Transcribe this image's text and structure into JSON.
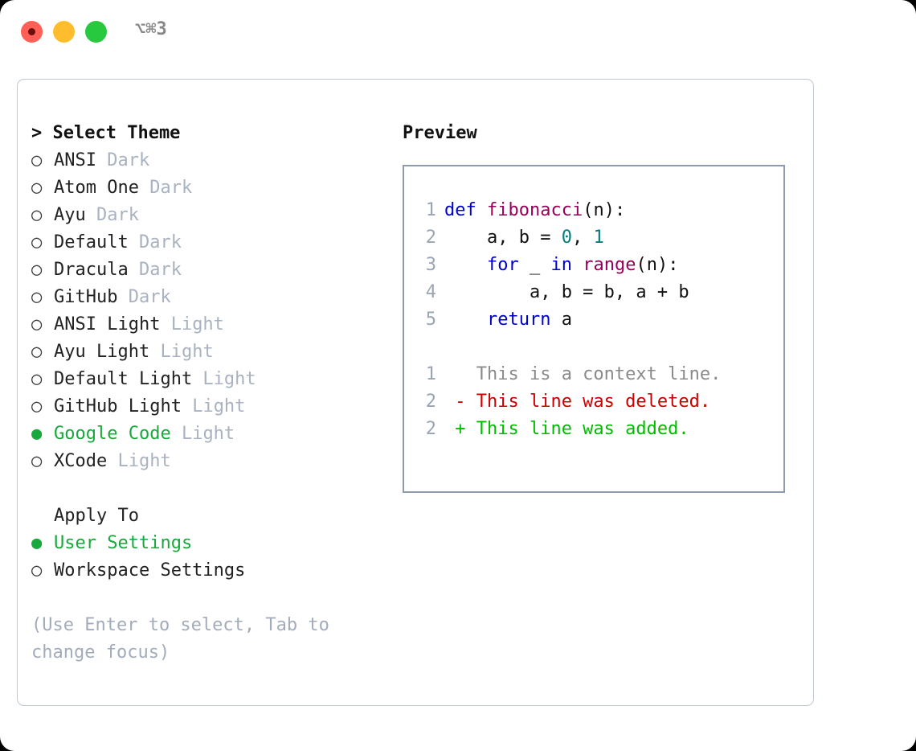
{
  "window": {
    "shortcut": "⌥⌘3",
    "traffic_lights": [
      {
        "name": "close",
        "color": "#FF5F56"
      },
      {
        "name": "minimize",
        "color": "#FFBD2E"
      },
      {
        "name": "maximize",
        "color": "#27C93F"
      }
    ]
  },
  "theme_picker": {
    "header": "> Select Theme",
    "marker_selected": "●",
    "marker_unselected": "○",
    "items": [
      {
        "marker": "○",
        "label": "ANSI",
        "suffix": " Dark",
        "selected": false
      },
      {
        "marker": "○",
        "label": "Atom One",
        "suffix": " Dark",
        "selected": false
      },
      {
        "marker": "○",
        "label": "Ayu",
        "suffix": " Dark",
        "selected": false
      },
      {
        "marker": "○",
        "label": "Default",
        "suffix": " Dark",
        "selected": false
      },
      {
        "marker": "○",
        "label": "Dracula",
        "suffix": " Dark",
        "selected": false
      },
      {
        "marker": "○",
        "label": "GitHub",
        "suffix": " Dark",
        "selected": false
      },
      {
        "marker": "○",
        "label": "ANSI Light",
        "suffix": " Light",
        "selected": false
      },
      {
        "marker": "○",
        "label": "Ayu Light",
        "suffix": " Light",
        "selected": false
      },
      {
        "marker": "○",
        "label": "Default Light",
        "suffix": " Light",
        "selected": false
      },
      {
        "marker": "○",
        "label": "GitHub Light",
        "suffix": " Light",
        "selected": false
      },
      {
        "marker": "●",
        "label": "Google Code",
        "suffix": " Light",
        "selected": true
      },
      {
        "marker": "○",
        "label": "XCode",
        "suffix": " Light",
        "selected": false
      }
    ]
  },
  "apply_to": {
    "header": "Apply To",
    "items": [
      {
        "marker": "●",
        "label": "User Settings",
        "selected": true
      },
      {
        "marker": "○",
        "label": "Workspace Settings",
        "selected": false
      }
    ]
  },
  "hint": "(Use Enter to select, Tab to change focus)",
  "preview": {
    "title": "Preview",
    "code_lines": [
      {
        "num": "1",
        "tokens": [
          {
            "t": "def",
            "c": "kw"
          },
          {
            "t": " ",
            "c": "txt"
          },
          {
            "t": "fibonacci",
            "c": "fn"
          },
          {
            "t": "(n):",
            "c": "txt"
          }
        ]
      },
      {
        "num": "2",
        "tokens": [
          {
            "t": "    a, b = ",
            "c": "txt"
          },
          {
            "t": "0",
            "c": "num"
          },
          {
            "t": ", ",
            "c": "txt"
          },
          {
            "t": "1",
            "c": "num"
          }
        ]
      },
      {
        "num": "3",
        "tokens": [
          {
            "t": "    ",
            "c": "txt"
          },
          {
            "t": "for",
            "c": "kw"
          },
          {
            "t": " _ ",
            "c": "txt"
          },
          {
            "t": "in",
            "c": "kw"
          },
          {
            "t": " ",
            "c": "txt"
          },
          {
            "t": "range",
            "c": "fn"
          },
          {
            "t": "(n):",
            "c": "txt"
          }
        ]
      },
      {
        "num": "4",
        "tokens": [
          {
            "t": "        a, b = b, a + b",
            "c": "txt"
          }
        ]
      },
      {
        "num": "5",
        "tokens": [
          {
            "t": "    ",
            "c": "txt"
          },
          {
            "t": "return",
            "c": "kw"
          },
          {
            "t": " a",
            "c": "txt"
          }
        ]
      }
    ],
    "diff_lines": [
      {
        "num": "1",
        "tokens": [
          {
            "t": "   This is a context line.",
            "c": "ctx"
          }
        ]
      },
      {
        "num": "2",
        "tokens": [
          {
            "t": " - This line was deleted.",
            "c": "del"
          }
        ]
      },
      {
        "num": "2",
        "tokens": [
          {
            "t": " + This line was added.",
            "c": "add"
          }
        ]
      }
    ]
  },
  "colors": {
    "accent_green": "#18A83C",
    "muted": "#A9B2C0",
    "keyword": "#0000CC",
    "function": "#96005A",
    "number": "#057C7C",
    "diff_deleted": "#CC0000",
    "diff_added": "#00BB00",
    "border": "#8E9BAD",
    "panel_border": "#BFC7D2"
  }
}
